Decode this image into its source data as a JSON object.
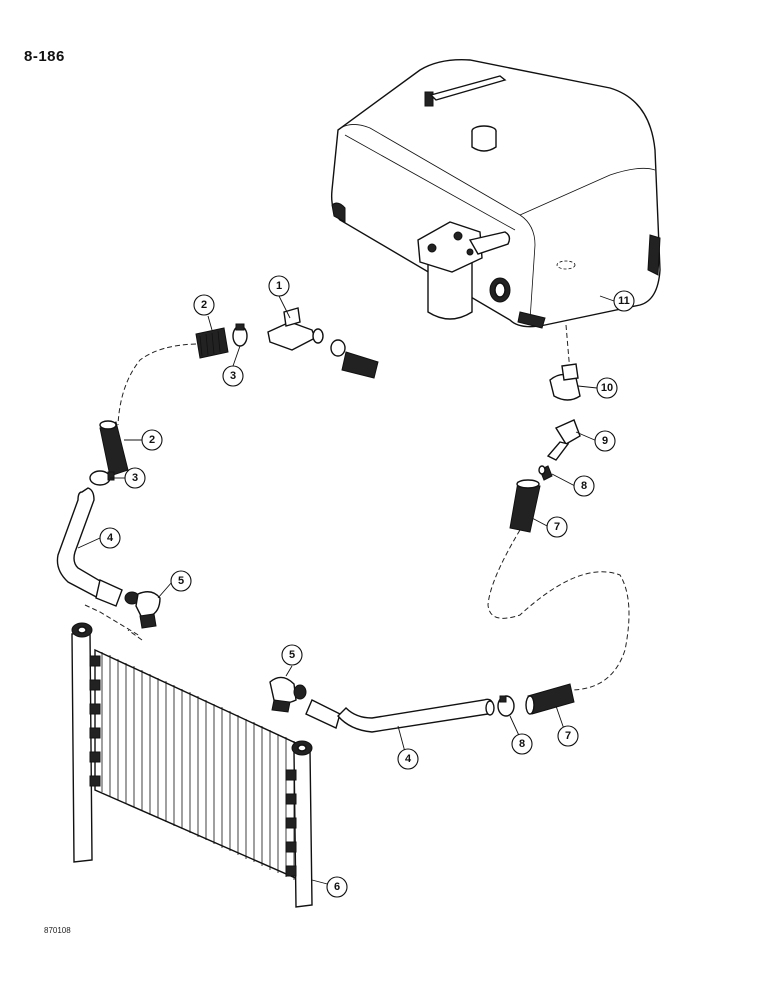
{
  "page_number": "8-186",
  "figure_id": "870108",
  "callouts": [
    "1",
    "2",
    "3",
    "2",
    "3",
    "4",
    "5",
    "5",
    "4",
    "8",
    "7",
    "6",
    "7",
    "8",
    "9",
    "10",
    "11"
  ]
}
